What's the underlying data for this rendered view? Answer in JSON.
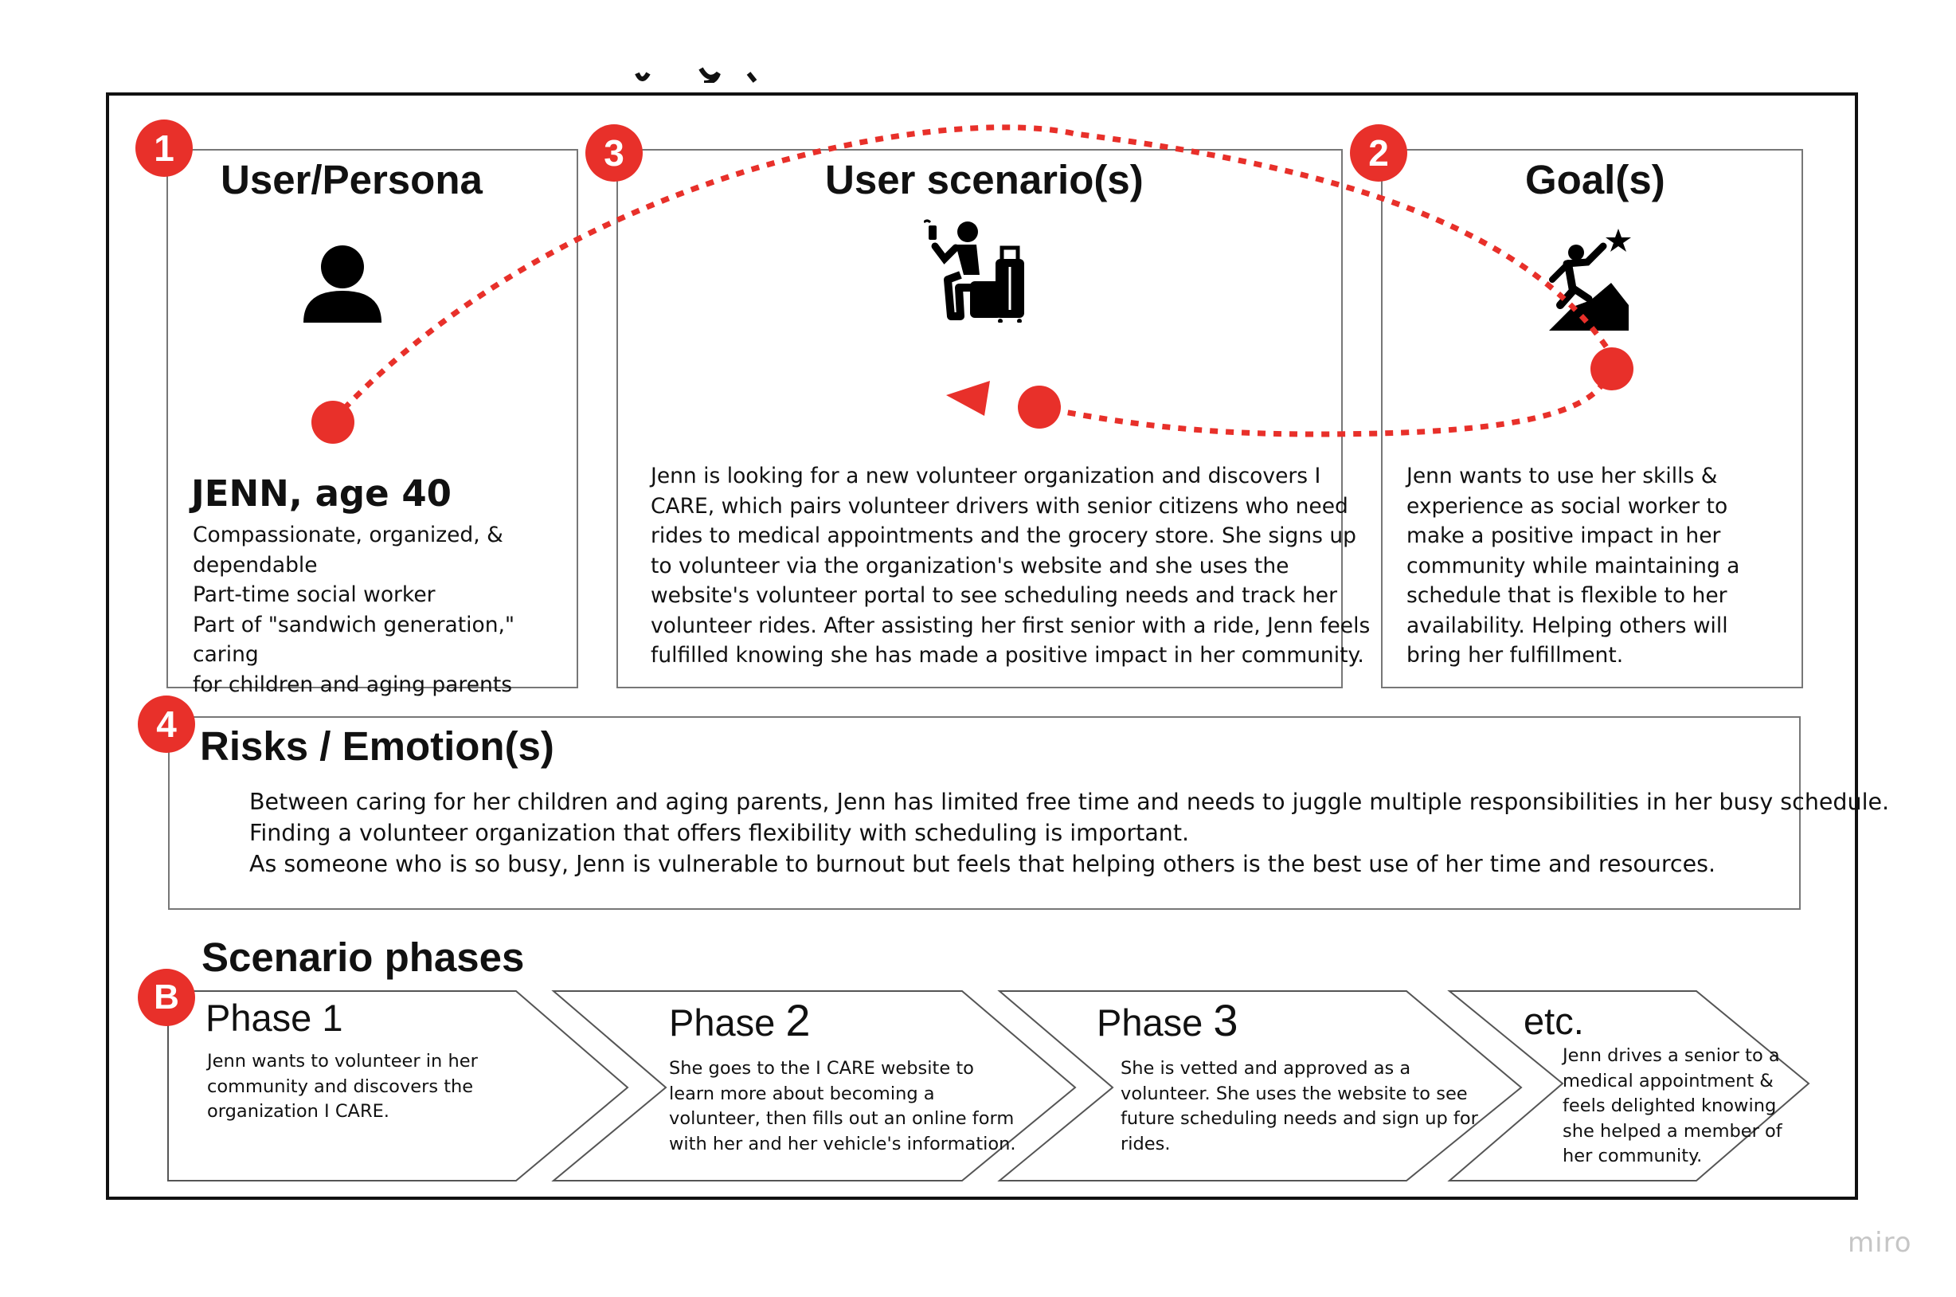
{
  "badges": {
    "user": "1",
    "goals": "2",
    "scenario": "3",
    "risks": "4",
    "phases": "B"
  },
  "persona": {
    "heading": "User/Persona",
    "icon": "person-icon",
    "name": "JENN, age 40",
    "lines": [
      "Compassionate, organized, &",
      "dependable",
      "Part-time social worker",
      "Part of \"sandwich generation,\" caring",
      "for children and aging parents"
    ]
  },
  "scenario": {
    "heading": "User scenario(s)",
    "icon": "traveler-with-luggage-icon",
    "lines": [
      "Jenn is looking for a new volunteer organization and discovers I",
      "CARE, which pairs volunteer drivers with senior citizens who need",
      "rides to medical appointments and the grocery store.  She signs up",
      "to volunteer via the organization's website and she uses the",
      "website's volunteer portal to see scheduling needs and track her",
      "volunteer rides.  After assisting her first senior with a ride, Jenn feels",
      "fulfilled knowing she has made a positive impact in her community."
    ]
  },
  "goals": {
    "heading": "Goal(s)",
    "icon": "climber-reaching-star-icon",
    "lines": [
      "Jenn wants to use her skills &",
      "experience as social worker to",
      "make a positive impact in her",
      "community while maintaining a",
      "schedule that is flexible to her",
      "availability.  Helping others will",
      "bring her fulfillment."
    ]
  },
  "risks": {
    "heading": "Risks / Emotion(s)",
    "lines": [
      "Between caring for her children and aging parents, Jenn has limited free time and needs to juggle multiple responsibilities in her busy schedule.",
      "Finding a volunteer organization that offers flexibility with scheduling is important.",
      "As someone who is so busy, Jenn is vulnerable to burnout but feels that helping others is the best use of her time and resources."
    ]
  },
  "phases": {
    "heading": "Scenario phases",
    "items": [
      {
        "label": "Phase",
        "num": "1",
        "lines": [
          "Jenn wants to volunteer in her",
          "community and discovers the",
          "organization I CARE."
        ]
      },
      {
        "label": "Phase",
        "num": "2",
        "lines": [
          "She goes to the I CARE website to",
          "learn more about becoming a",
          "volunteer, then fills out an online form",
          "with her and her vehicle's information."
        ]
      },
      {
        "label": "Phase",
        "num": "3",
        "lines": [
          "She is vetted and approved as a",
          "volunteer.  She uses the website to see",
          "future scheduling needs and sign up for",
          "rides."
        ]
      },
      {
        "label": "etc.",
        "num": "",
        "lines": [
          "Jenn drives a senior to a",
          "medical appointment &",
          "feels delighted knowing",
          "she helped a member of",
          "her community."
        ]
      }
    ]
  },
  "watermark": "miro",
  "colors": {
    "accent": "#e8302a",
    "border": "#777777",
    "frame": "#111111"
  }
}
